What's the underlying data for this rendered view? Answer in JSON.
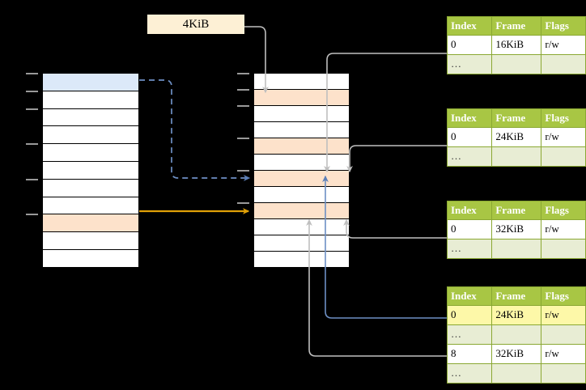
{
  "diagram": {
    "title": "four-level page table walk",
    "colors": {
      "background": "#000000",
      "cell_fill": "#ffffff",
      "cell_highlight_blue": "#dce9f9",
      "cell_highlight_peach": "#fde2cb",
      "label_fill": "#fdf0d5",
      "table_header": "#a8c644",
      "table_header_text": "#ffffff",
      "table_dots_row": "#e8edd4",
      "table_border": "#8aa832",
      "wire_gray": "#b3b3b3",
      "wire_blue": "#6d8fc4",
      "wire_orange": "#e0a007",
      "row_highlight_yellow": "#fdf8a8"
    }
  },
  "size_label": {
    "text": "4KiB"
  },
  "left_column": {
    "name": "virtual-address-space",
    "rows": [
      {
        "fill": "blue",
        "tick": true
      },
      {
        "fill": "white",
        "tick": true
      },
      {
        "fill": "white",
        "tick": true
      },
      {
        "fill": "white",
        "tick": false
      },
      {
        "fill": "white",
        "tick": true
      },
      {
        "fill": "white",
        "tick": false
      },
      {
        "fill": "white",
        "tick": true
      },
      {
        "fill": "white",
        "tick": false
      },
      {
        "fill": "peach",
        "tick": true
      },
      {
        "fill": "white",
        "tick": false
      },
      {
        "fill": "white",
        "tick": false
      }
    ]
  },
  "middle_column": {
    "name": "physical-memory",
    "rows": [
      {
        "fill": "white",
        "tick": true
      },
      {
        "fill": "peach",
        "tick": true
      },
      {
        "fill": "white",
        "tick": true
      },
      {
        "fill": "white",
        "tick": false
      },
      {
        "fill": "peach",
        "tick": true
      },
      {
        "fill": "white",
        "tick": false
      },
      {
        "fill": "peach",
        "tick": true
      },
      {
        "fill": "white",
        "tick": false
      },
      {
        "fill": "peach",
        "tick": true
      },
      {
        "fill": "white",
        "tick": false
      },
      {
        "fill": "white",
        "tick": false
      },
      {
        "fill": "white",
        "tick": false
      }
    ]
  },
  "tables": [
    {
      "name": "page-table-level-1",
      "headers": [
        "Index",
        "Frame",
        "Flags"
      ],
      "rows": [
        {
          "cells": [
            "0",
            "16KiB",
            "r/w"
          ],
          "type": "data",
          "highlight": false
        },
        {
          "cells": [
            "…",
            "",
            ""
          ],
          "type": "dots",
          "highlight": false
        }
      ]
    },
    {
      "name": "page-table-level-2",
      "headers": [
        "Index",
        "Frame",
        "Flags"
      ],
      "rows": [
        {
          "cells": [
            "0",
            "24KiB",
            "r/w"
          ],
          "type": "data",
          "highlight": false
        },
        {
          "cells": [
            "…",
            "",
            ""
          ],
          "type": "dots",
          "highlight": false
        }
      ]
    },
    {
      "name": "page-table-level-3",
      "headers": [
        "Index",
        "Frame",
        "Flags"
      ],
      "rows": [
        {
          "cells": [
            "0",
            "32KiB",
            "r/w"
          ],
          "type": "data",
          "highlight": false
        },
        {
          "cells": [
            "…",
            "",
            ""
          ],
          "type": "dots",
          "highlight": false
        }
      ]
    },
    {
      "name": "page-table-level-4",
      "headers": [
        "Index",
        "Frame",
        "Flags"
      ],
      "rows": [
        {
          "cells": [
            "0",
            "24KiB",
            "r/w"
          ],
          "type": "data",
          "highlight": true
        },
        {
          "cells": [
            "…",
            "",
            ""
          ],
          "type": "dots",
          "highlight": false
        },
        {
          "cells": [
            "8",
            "32KiB",
            "r/w"
          ],
          "type": "data",
          "highlight": false
        },
        {
          "cells": [
            "…",
            "",
            ""
          ],
          "type": "dots",
          "highlight": false
        }
      ]
    }
  ]
}
